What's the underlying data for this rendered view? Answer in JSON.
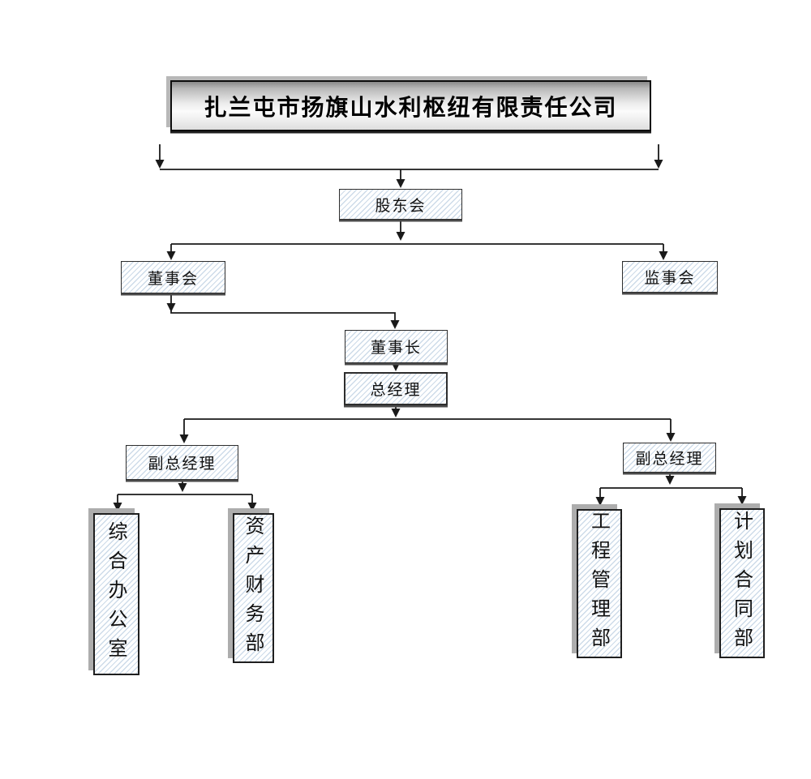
{
  "org_chart": {
    "title": "扎兰屯市扬旗山水利枢纽有限责任公司",
    "nodes": {
      "shareholders": "股东会",
      "board_of_directors": "董事会",
      "board_of_supervisors": "监事会",
      "chairman": "董事长",
      "general_manager": "总经理",
      "deputy_gm_left": "副总经理",
      "deputy_gm_right": "副总经理",
      "dept_general_office": "综合办公室",
      "dept_asset_finance": "资产财务部",
      "dept_engineering": "工程管理部",
      "dept_planning_contract": "计划合同部"
    },
    "colors": {
      "box_fill_hatch": "#cddbe9",
      "box_border": "#2e2e2e",
      "box_shadow_gray": "#adadad",
      "title_gradient_top": "#8a8a8a",
      "title_gradient_middle": "#fbfbfb",
      "connector_line": "#1a1a1a"
    }
  }
}
